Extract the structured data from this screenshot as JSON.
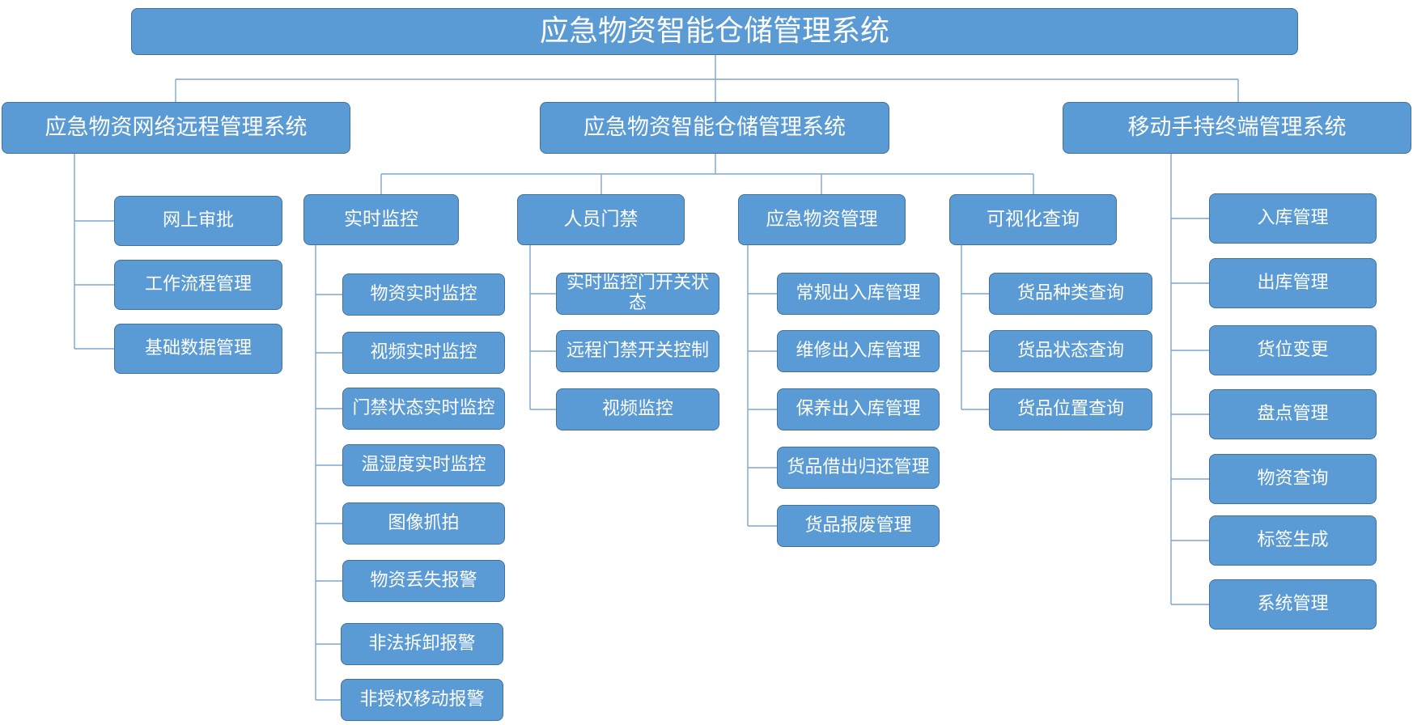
{
  "root": {
    "label": "应急物资智能仓储管理系统"
  },
  "systems": [
    {
      "label": "应急物资网络远程管理系统",
      "items": [
        "网上审批",
        "工作流程管理",
        "基础数据管理"
      ]
    },
    {
      "label": "应急物资智能仓储管理系统",
      "modules": [
        {
          "label": "实时监控",
          "items": [
            "物资实时监控",
            "视频实时监控",
            "门禁状态实时监控",
            "温湿度实时监控",
            "图像抓拍",
            "物资丢失报警",
            "非法拆卸报警",
            "非授权移动报警"
          ]
        },
        {
          "label": "人员门禁",
          "items": [
            "实时监控门开关状态",
            "远程门禁开关控制",
            "视频监控"
          ]
        },
        {
          "label": "应急物资管理",
          "items": [
            "常规出入库管理",
            "维修出入库管理",
            "保养出入库管理",
            "货品借出归还管理",
            "货品报废管理"
          ]
        },
        {
          "label": "可视化查询",
          "items": [
            "货品种类查询",
            "货品状态查询",
            "货品位置查询"
          ]
        }
      ]
    },
    {
      "label": "移动手持终端管理系统",
      "items": [
        "入库管理",
        "出库管理",
        "货位变更",
        "盘点管理",
        "物资查询",
        "标签生成",
        "系统管理"
      ]
    }
  ],
  "colors": {
    "box_fill": "#5b9bd5",
    "box_border": "#41719c",
    "text": "#ffffff",
    "connector": "#7ea6d2"
  }
}
